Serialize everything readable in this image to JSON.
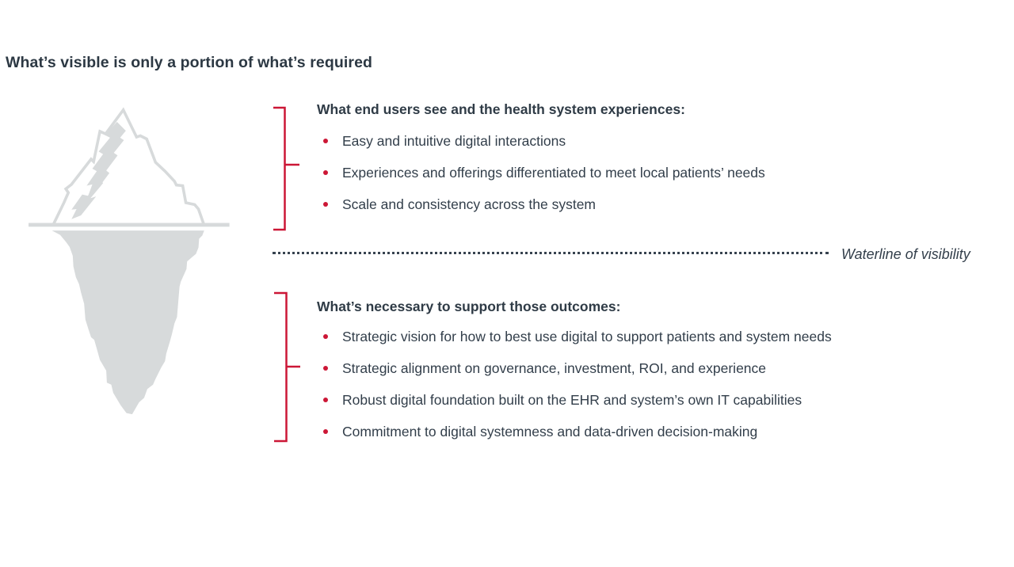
{
  "page": {
    "title": "What’s visible is only a portion of what’s required"
  },
  "colors": {
    "accent_red": "#cc1736",
    "text_dark": "#323e4a",
    "iceberg_gray": "#d7dadb"
  },
  "above_water": {
    "heading": "What end users see and the health system experiences:",
    "bullets": [
      "Easy and intuitive digital interactions",
      "Experiences and offerings differentiated to meet local patients’ needs",
      "Scale and consistency across the system"
    ]
  },
  "waterline": {
    "label": "Waterline of visibility"
  },
  "below_water": {
    "heading": "What’s necessary to support those outcomes:",
    "bullets": [
      "Strategic vision for how to best use digital to support patients and system needs",
      "Strategic alignment on governance, investment, ROI, and experience",
      "Robust digital foundation built on the EHR and system’s own IT capabilities",
      "Commitment to digital systemness and data-driven decision-making"
    ]
  }
}
